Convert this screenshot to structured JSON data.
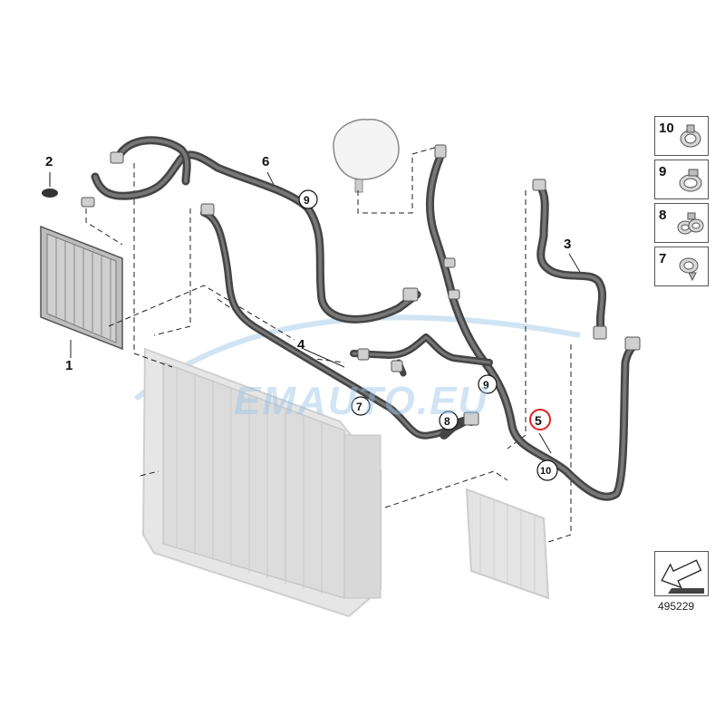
{
  "callouts": {
    "c1": "1",
    "c2": "2",
    "c3": "3",
    "c4": "4",
    "c5": "5",
    "c6": "6",
    "c7": "7",
    "c8": "8",
    "c9a": "9",
    "c9b": "9",
    "c10": "10"
  },
  "legend": [
    {
      "num": "10",
      "icon": "clamp-10-icon"
    },
    {
      "num": "9",
      "icon": "clamp-9-icon"
    },
    {
      "num": "8",
      "icon": "clamp-8-icon"
    },
    {
      "num": "7",
      "icon": "clamp-7-icon"
    }
  ],
  "watermark": "EMAUTO.EU",
  "diagram_id": "495229",
  "colors": {
    "highlight": "#e02020",
    "hose": "#4a4a4a",
    "ghost": "#d4d4d4"
  }
}
